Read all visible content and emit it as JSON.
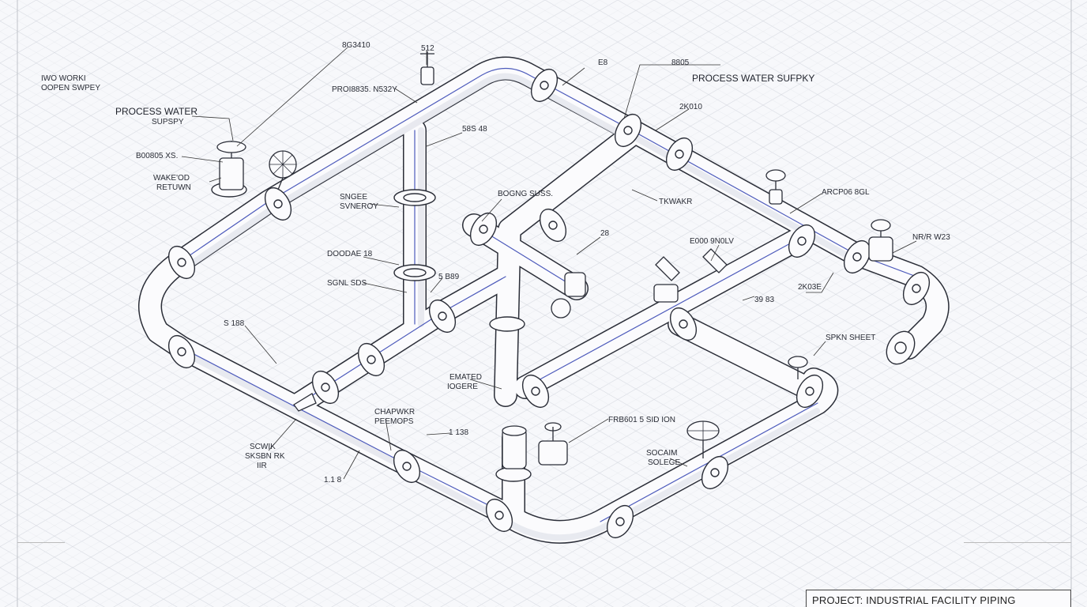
{
  "drawing": {
    "title_block": "PROJECT: INDUSTRIAL FACILITY PIPING",
    "colors": {
      "paper": "#f7f8fb",
      "grid": "#d5d8df",
      "pipe_fill": "#fbfbfd",
      "pipe_outline": "#2b2e38",
      "centerline": "#2f3fb0"
    },
    "labels": {
      "top_left_note_1": "IWO WORKI",
      "top_left_note_2": "OOPEN SWPEY",
      "process_water_left_1": "PROCESS WATER",
      "process_water_left_2": "SUPSPY",
      "code_83410": "8G3410",
      "code_512": "512",
      "process_n532": "PROI8835. N532Y",
      "code_b00805": "B00805 XS.",
      "wake_return_1": "WAKE'OD",
      "wake_return_2": "RETUWN",
      "code_e8": "E8",
      "code_8805": "8805",
      "process_water_supply_right": "PROCESS WATER SUFPKY",
      "code_2k010": "2K010",
      "code_5848": "58S 48",
      "singe_1": "SNGEE",
      "singe_2": "SVNEROY",
      "bogng_suss": "BOGNG SUSS.",
      "tkwakr": "TKWAKR",
      "arcp08": "ARCP06 8GL",
      "doodae": "DOODAE 18",
      "code_28": "28",
      "e000": "E000 9N0LV",
      "nrw23": "NR/R W23",
      "sgnl_sds": "SGNL SDS",
      "code_5889": "5 B89",
      "code_3983": "39 83",
      "code_2k03": "2K03E",
      "code_s188": "S 188",
      "emated_1": "EMATED",
      "emated_2": "IOGERE",
      "spknsheet": "SPKN SHEET",
      "chapwkr_1": "CHAPWKR",
      "chapwkr_2": "PEEMOPS",
      "code_1138": "1 138",
      "frb601": "FRB601 5 SID ION",
      "scwik_1": "SCWIK",
      "scwik_2": "SKSBN RK",
      "scwik_3": "IIR",
      "code_118": "1.1 8",
      "socaim_1": "SOCAIM",
      "socaim_2": "SOLEGE"
    }
  }
}
